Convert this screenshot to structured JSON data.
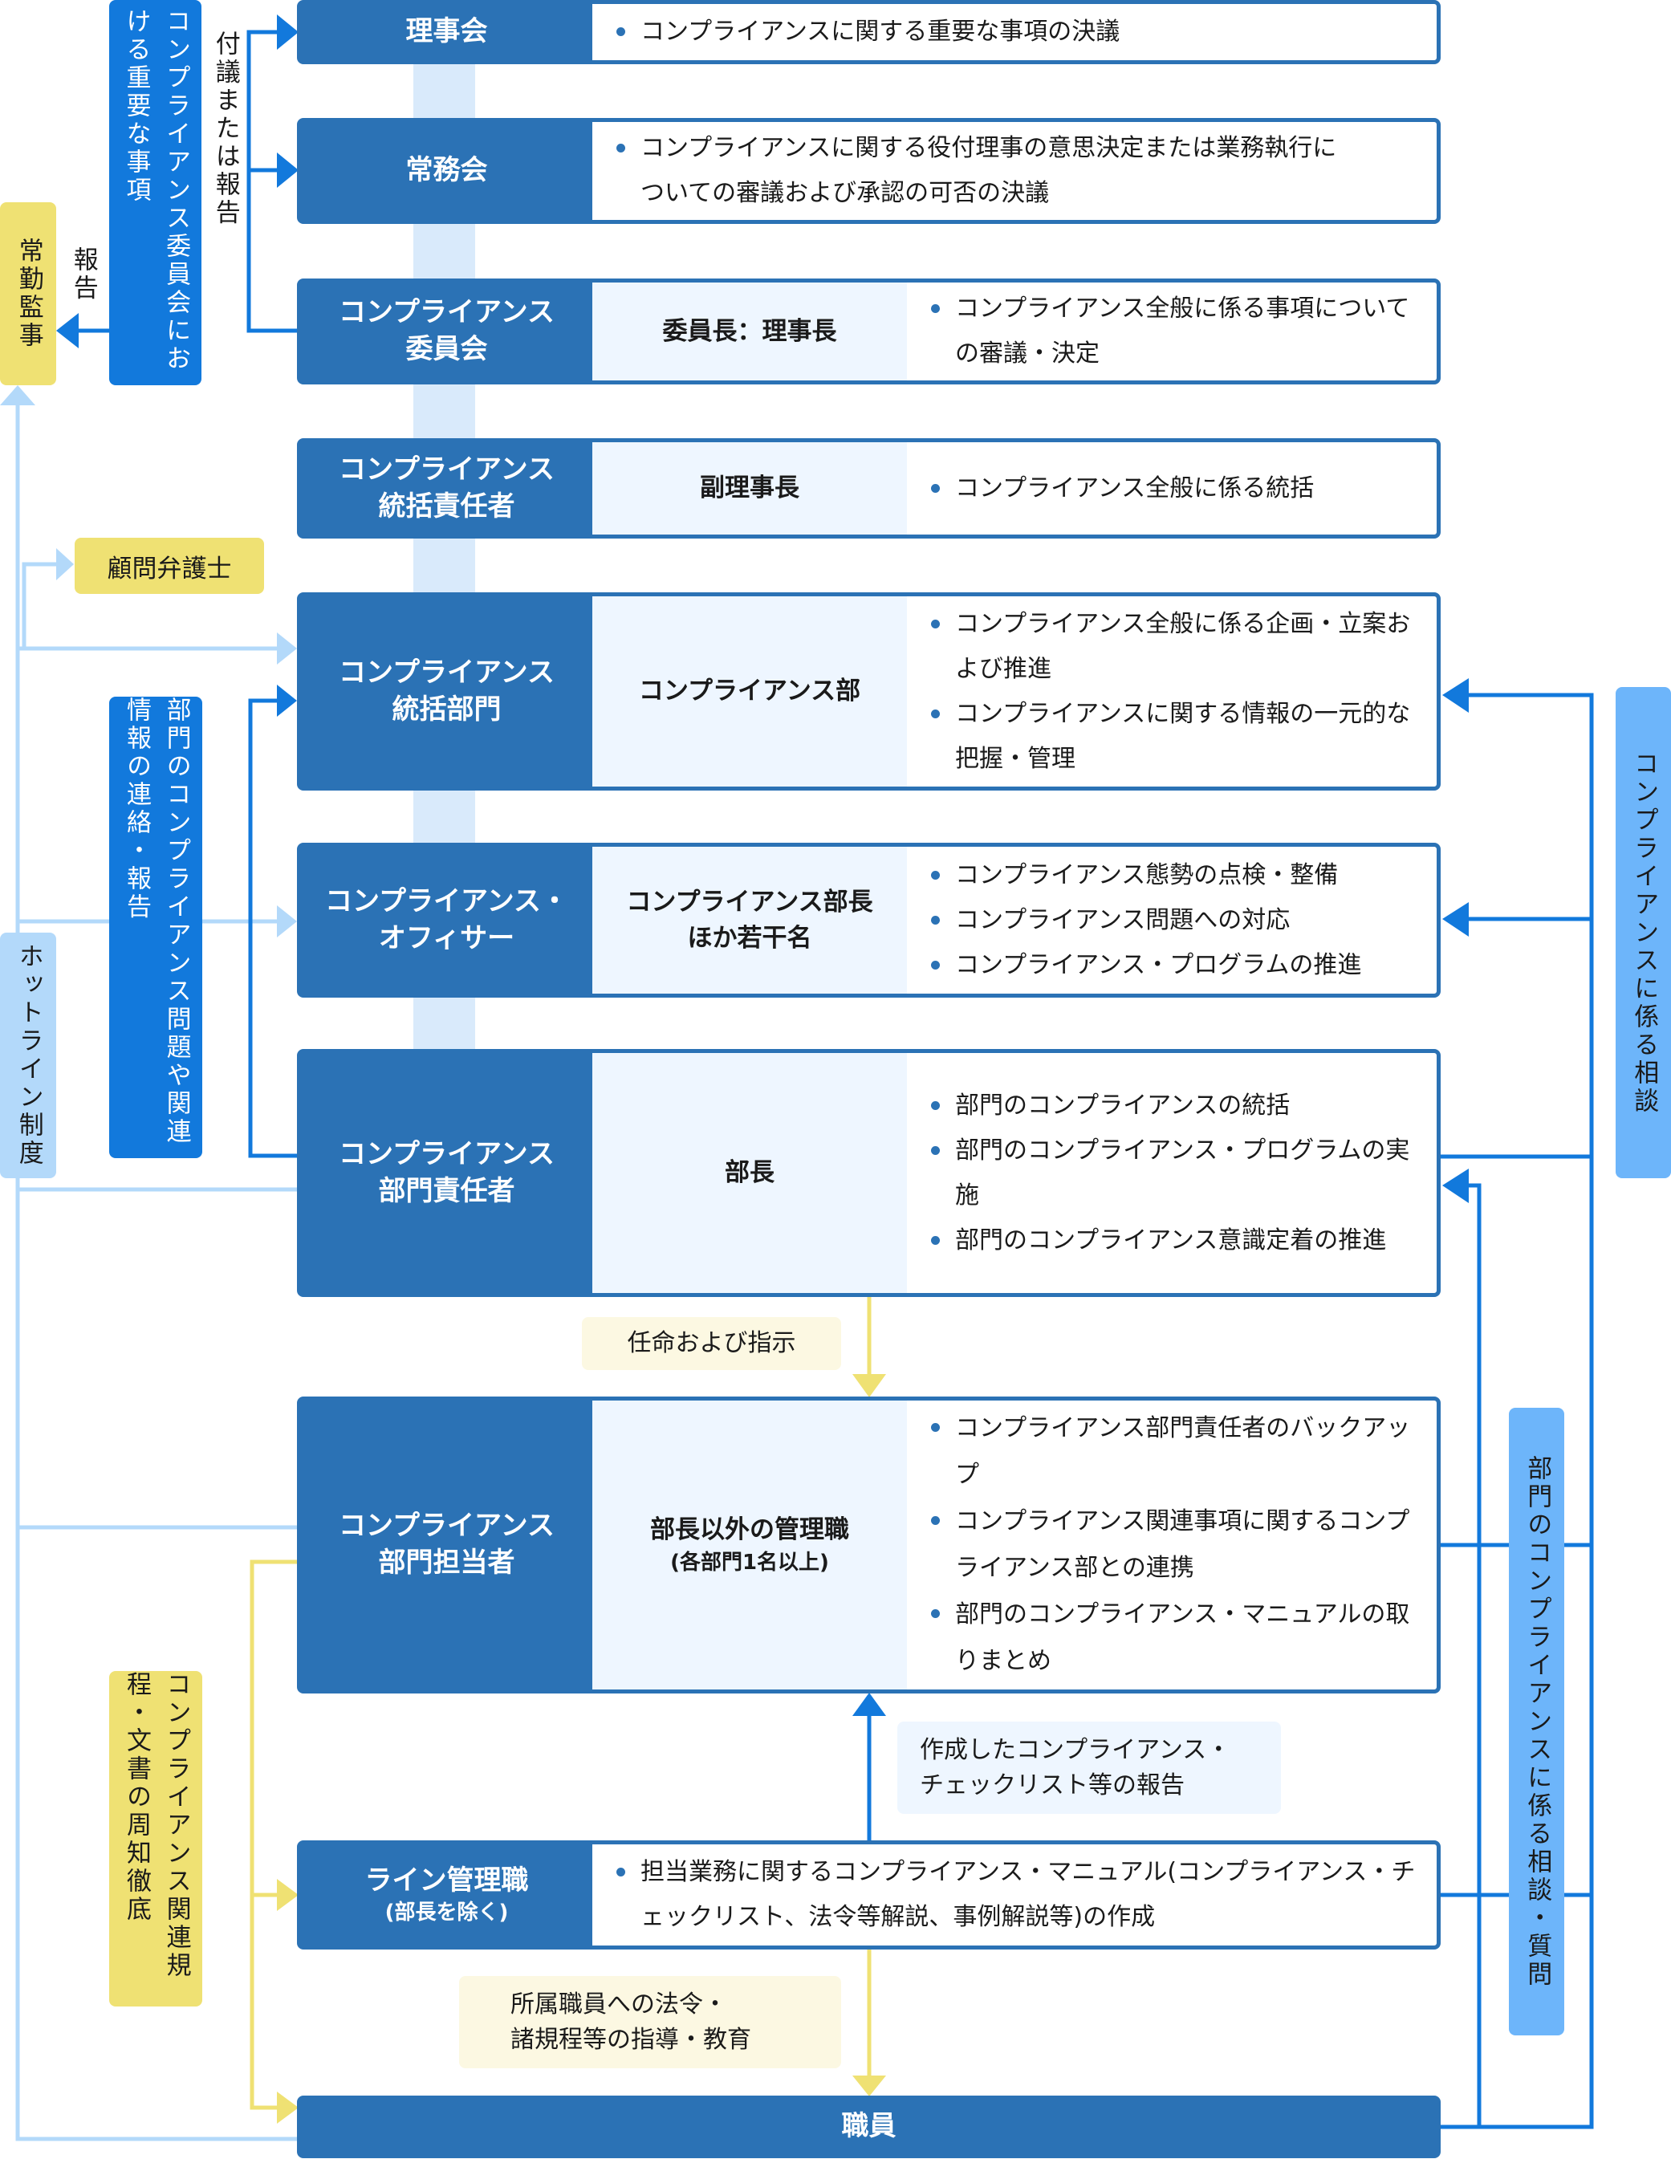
{
  "colors": {
    "primary": "#2b72b5",
    "accent": "#1279dc",
    "light_blue": "#b3d9fa",
    "yellow": "#efe173",
    "pale_yellow": "#fcf8e2",
    "pale_blue": "#eef6ff"
  },
  "rows": [
    {
      "head": "理事会",
      "items": [
        "コンプライアンスに関する重要な事項の決議"
      ]
    },
    {
      "head": "常務会",
      "items": [
        "コンプライアンスに関する役付理事の意思決定または業務執行についての審議および承認の可否の決議"
      ]
    },
    {
      "head_l1": "コンプライアンス",
      "head_l2": "委員会",
      "mid": "委員長：理事長",
      "items": [
        "コンプライアンス全般に係る事項についての審議・決定"
      ]
    },
    {
      "head_l1": "コンプライアンス",
      "head_l2": "統括責任者",
      "mid": "副理事長",
      "items": [
        "コンプライアンス全般に係る統括"
      ]
    },
    {
      "head_l1": "コンプライアンス",
      "head_l2": "統括部門",
      "mid": "コンプライアンス部",
      "items": [
        "コンプライアンス全般に係る企画・立案および推進",
        "コンプライアンスに関する情報の一元的な把握・管理"
      ]
    },
    {
      "head_l1": "コンプライアンス・",
      "head_l2": "オフィサー",
      "mid_l1": "コンプライアンス部長",
      "mid_l2": "ほか若干名",
      "items": [
        "コンプライアンス態勢の点検・整備",
        "コンプライアンス問題への対応",
        "コンプライアンス・プログラムの推進"
      ]
    },
    {
      "head_l1": "コンプライアンス",
      "head_l2": "部門責任者",
      "mid": "部長",
      "items": [
        "部門のコンプライアンスの統括",
        "部門のコンプライアンス・プログラムの実施",
        "部門のコンプライアンス意識定着の推進"
      ]
    },
    {
      "head_l1": "コンプライアンス",
      "head_l2": "部門担当者",
      "mid_l1": "部長以外の管理職",
      "mid_l2": "(各部門1名以上)",
      "items": [
        "コンプライアンス部門責任者のバックアップ",
        "コンプライアンス関連事項に関するコンプライアンス部との連携",
        "部門のコンプライアンス・マニュアルの取りまとめ"
      ]
    },
    {
      "head_l1": "ライン管理職",
      "head_l2": "(部長を除く)",
      "items": [
        "担当業務に関するコンプライアンス・マニュアル(コンプライアンス・チェックリスト、法令等解説、事例解説等)の作成"
      ]
    },
    {
      "head": "職員"
    }
  ],
  "side_labels": {
    "auditor": "常勤監事",
    "report": "報告",
    "committee_matters": "コンプライアンス委員会における重要な事項",
    "proposal_or_report": "付議または報告",
    "lawyer": "顧問弁護士",
    "dept_info": "部門のコンプライアンス問題や関連情報の連絡・報告",
    "hotline": "ホットライン制度",
    "rules": "コンプライアンス関連規程・文書の周知徹底",
    "consult": "コンプライアンスに係る相談",
    "consult_question": "部門のコンプライアンスに係る相談・質問"
  },
  "notes": {
    "appoint": "任命および指示",
    "checklist_l1": "作成したコンプライアンス・",
    "checklist_l2": "チェックリスト等の報告",
    "guidance_l1": "所属職員への法令・",
    "guidance_l2": "諸規程等の指導・教育"
  }
}
